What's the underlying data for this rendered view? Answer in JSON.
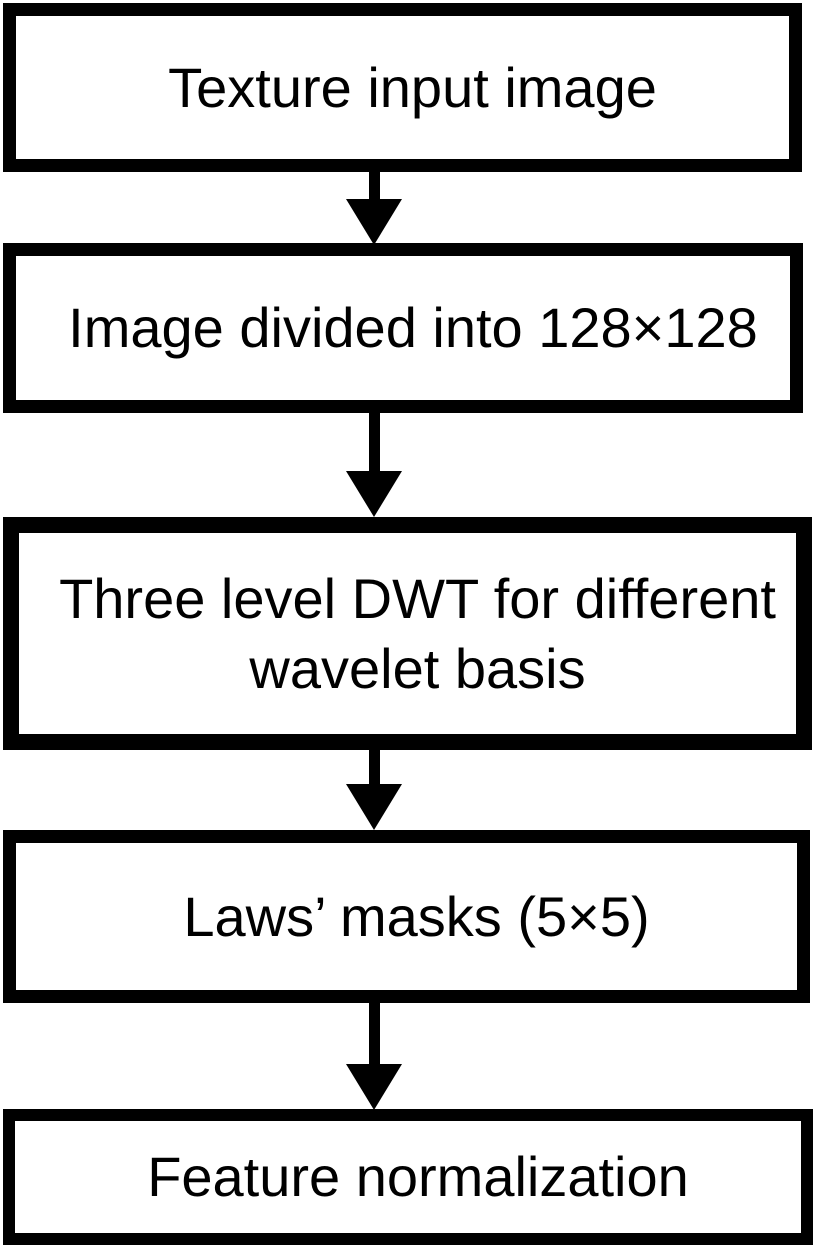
{
  "figure": {
    "type": "flowchart",
    "background_color": "#ffffff",
    "node_fill_color": "#ffffff",
    "node_border_color": "#000000",
    "arrow_color": "#000000",
    "text_color": "#000000",
    "nodes": [
      {
        "id": "texture-input-image",
        "label": "Texture input image"
      },
      {
        "id": "image-divided-128x128",
        "label": "Image divided into 128×128"
      },
      {
        "id": "three-level-dwt",
        "label": "Three level DWT for different\nwavelet basis"
      },
      {
        "id": "laws-masks-5x5",
        "label": "Laws’ masks (5×5)"
      },
      {
        "id": "feature-normalization",
        "label": "Feature normalization"
      }
    ],
    "connections": [
      {
        "from": "texture-input-image",
        "to": "image-divided-128x128"
      },
      {
        "from": "image-divided-128x128",
        "to": "three-level-dwt"
      },
      {
        "from": "three-level-dwt",
        "to": "laws-masks-5x5"
      },
      {
        "from": "laws-masks-5x5",
        "to": "feature-normalization"
      }
    ]
  }
}
